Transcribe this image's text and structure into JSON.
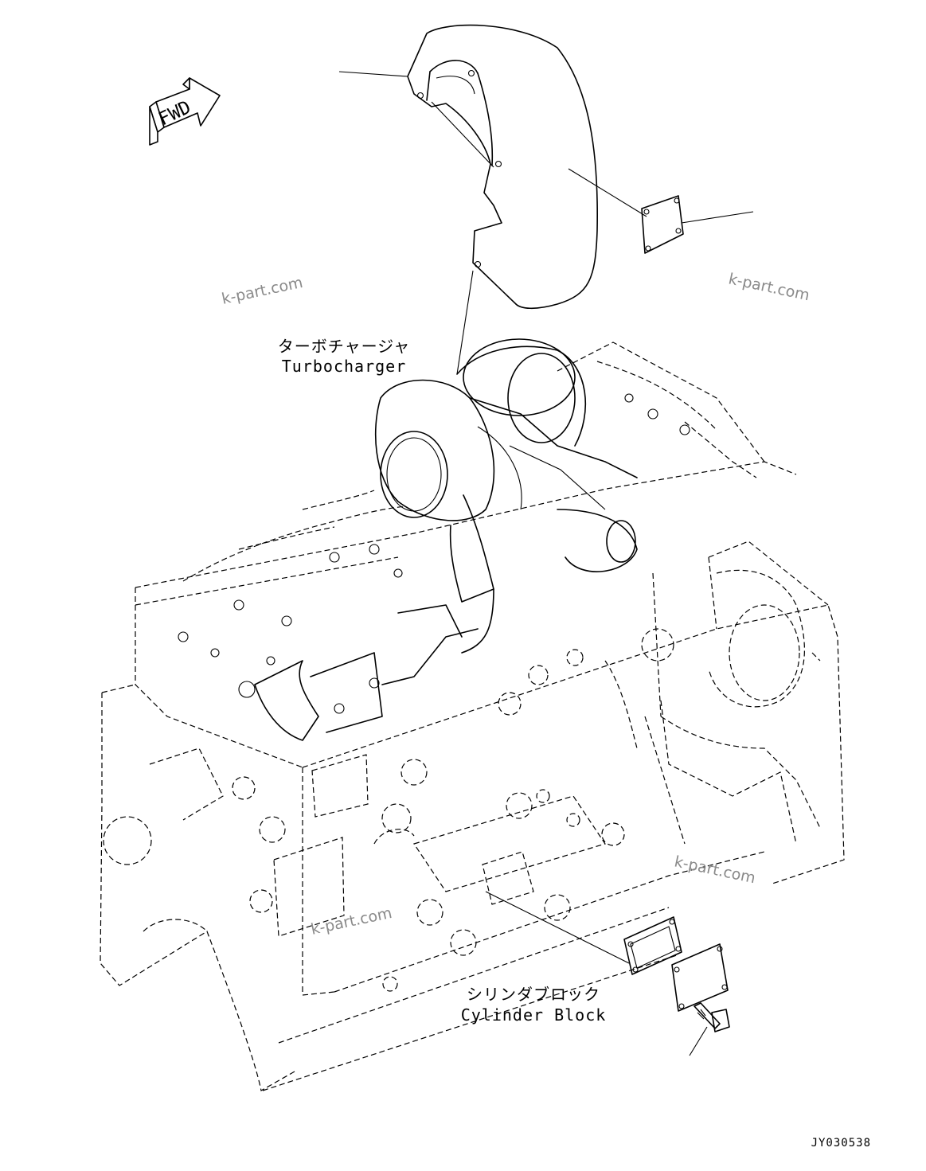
{
  "labels": {
    "turbo_jp": "ターボチャージャ",
    "turbo_en": "Turbocharger",
    "block_jp": "シリンダブロック",
    "block_en": "Cylinder Block",
    "fwd": "FWD",
    "drawing_code": "JY030538"
  },
  "watermarks": [
    "k-part.com",
    "k-part.com",
    "k-part.com",
    "k-part.com"
  ]
}
